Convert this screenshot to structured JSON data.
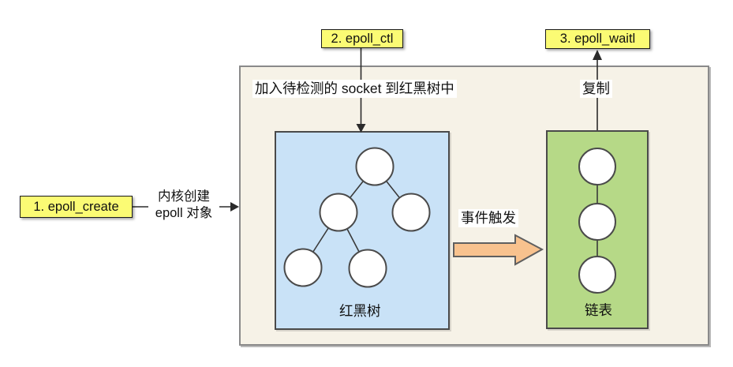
{
  "colors": {
    "label_bg": "#fbfb74",
    "container_bg": "#f6f2e7",
    "container_border": "#8a8a8a",
    "rbtree_bg": "#c9e2f7",
    "list_bg": "#b6d987",
    "node_fill": "#ffffff",
    "shape_border": "#4a4a4a",
    "arrow_fill": "#f8c28e",
    "arrow_border": "#5f5f5f",
    "line_color": "#2b2b2b"
  },
  "labels": {
    "step1": "1. epoll_create",
    "step2": "2. epoll_ctl",
    "step3": "3. epoll_waitl",
    "kernel_create_line1": "内核创建",
    "kernel_create_line2": "epoll 对象",
    "add_socket": "加入待检测的 socket 到红黑树中",
    "copy": "复制",
    "event_trigger": "事件触发",
    "rbtree": "红黑树",
    "linked_list": "链表"
  },
  "structure": {
    "rbtree_node_count": 5,
    "linked_list_node_count": 3
  }
}
